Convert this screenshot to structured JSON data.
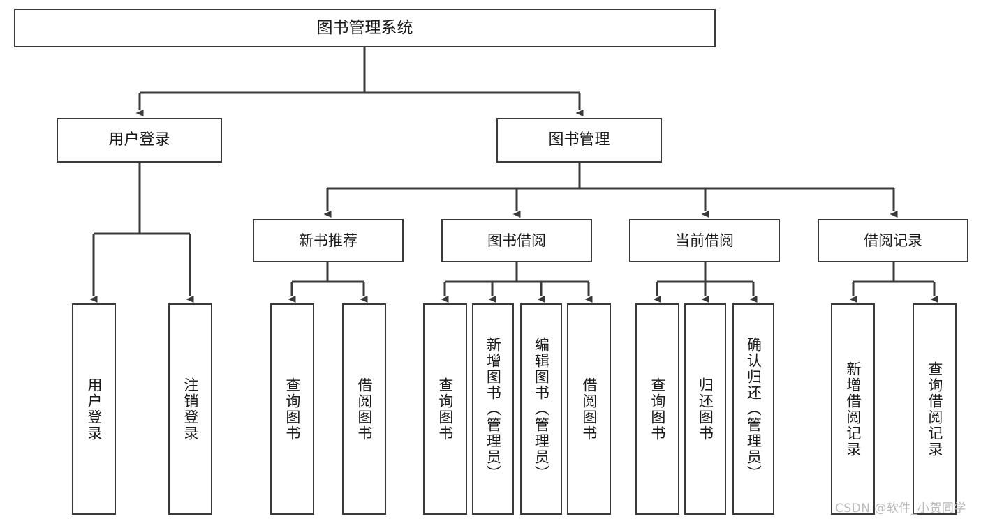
{
  "diagram": {
    "title": "图书管理系统",
    "root": {
      "label": "图书管理系统"
    },
    "level2": [
      {
        "label": "用户登录"
      },
      {
        "label": "图书管理"
      }
    ],
    "level3": [
      {
        "label": "新书推荐"
      },
      {
        "label": "图书借阅"
      },
      {
        "label": "当前借阅"
      },
      {
        "label": "借阅记录"
      }
    ],
    "leaves": [
      {
        "label": "用户登录"
      },
      {
        "label": "注销登录"
      },
      {
        "label": "查询图书"
      },
      {
        "label": "借阅图书"
      },
      {
        "label": "查询图书"
      },
      {
        "label": "新增图书（管理员）"
      },
      {
        "label": "编辑图书（管理员）"
      },
      {
        "label": "借阅图书"
      },
      {
        "label": "查询图书"
      },
      {
        "label": "归还图书"
      },
      {
        "label": "确认归还（管理员）"
      },
      {
        "label": "新增借阅记录"
      },
      {
        "label": "查询借阅记录"
      }
    ],
    "watermark": "CSDN @软件_小贺同学",
    "colors": {
      "stroke": "#3a3a3a",
      "fill": "#ffffff",
      "text": "#1a1a1a",
      "watermark": "#b9b9b9"
    }
  }
}
